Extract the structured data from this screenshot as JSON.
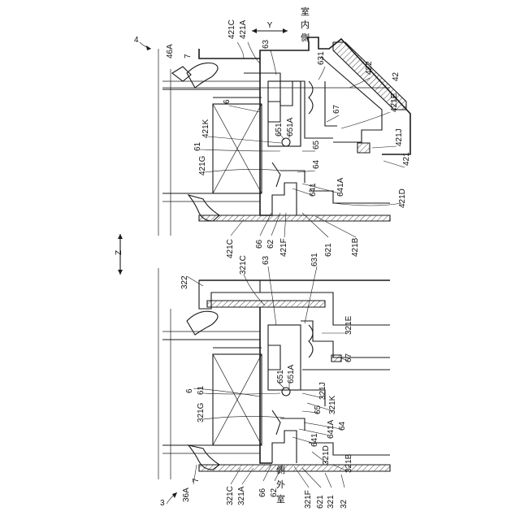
{
  "figure": {
    "top_assembly": "4",
    "bottom_assembly": "3",
    "axis_y": "Y",
    "axis_z": "Z",
    "indoor_side": [
      "室",
      "内",
      "側"
    ],
    "outdoor_side": [
      "室",
      "外",
      "側"
    ]
  },
  "labels_top": [
    "46A",
    "7",
    "421C",
    "421A",
    "63",
    "631",
    "422",
    "42",
    "6",
    "421E",
    "67",
    "421K",
    "651",
    "651A",
    "421J",
    "61",
    "65",
    "421G",
    "64",
    "421",
    "641",
    "641A",
    "421D",
    "421C",
    "66",
    "62",
    "421F",
    "621",
    "421B"
  ],
  "labels_bottom": [
    "322",
    "321C",
    "63",
    "631",
    "321E",
    "67",
    "651",
    "651A",
    "6",
    "61",
    "321J",
    "321K",
    "321G",
    "65",
    "64",
    "641A",
    "641",
    "321D",
    "321B",
    "36A",
    "7",
    "321C",
    "321A",
    "66",
    "62",
    "321F",
    "621",
    "321",
    "32"
  ]
}
